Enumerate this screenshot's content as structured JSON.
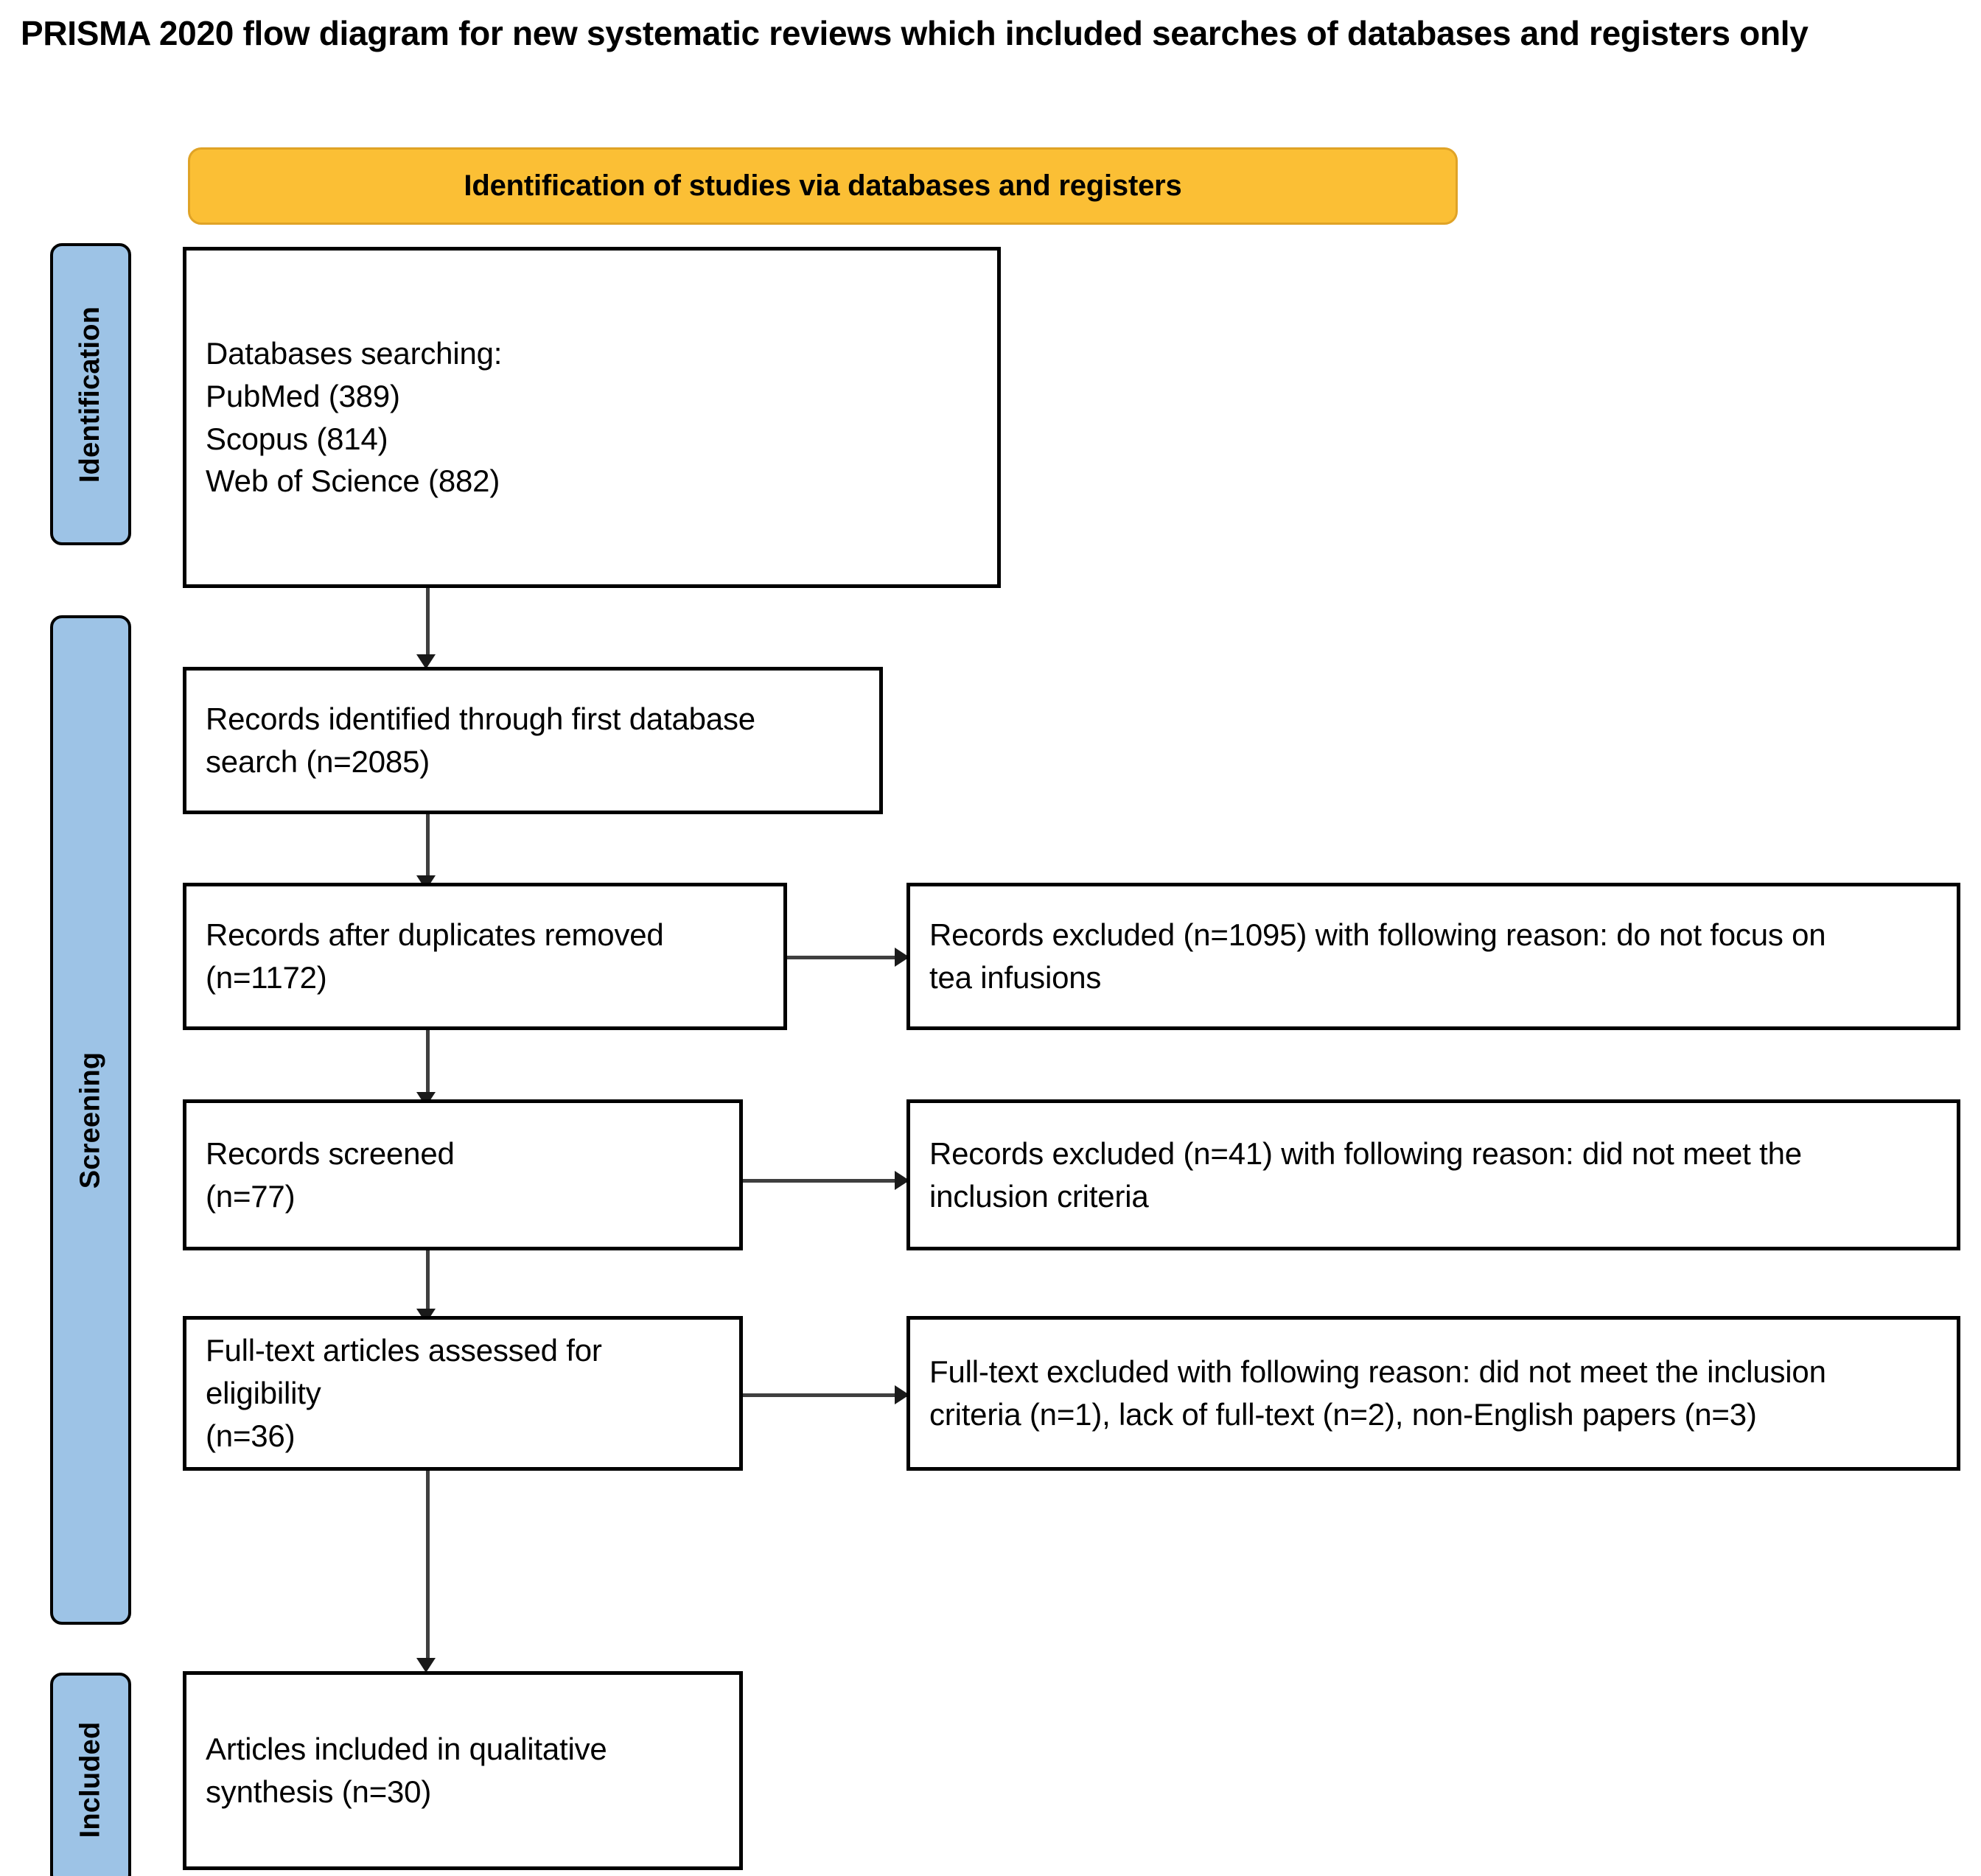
{
  "page": {
    "title": "PRISMA 2020 flow diagram for new systematic reviews which included searches of databases and registers only"
  },
  "colors": {
    "stage_bar_fill": "#9DC3E6",
    "banner_fill": "#FBBF35",
    "box_border": "#000000",
    "connector": "#3f3f3f"
  },
  "stages": [
    {
      "id": "identification",
      "label": "Identification"
    },
    {
      "id": "screening",
      "label": "Screening"
    },
    {
      "id": "included",
      "label": "Included"
    }
  ],
  "banner": {
    "label": "Identification of studies via databases and registers"
  },
  "boxes": {
    "databases_searching": {
      "text": "Databases searching:\nPubMed (389)\nScopus (814)\nWeb of Science (882)"
    },
    "records_identified": {
      "text": "Records identified through first database\nsearch (n=2085)"
    },
    "records_after_duplicates": {
      "text": "Records after duplicates removed\n(n=1172)"
    },
    "records_excluded_duplicates": {
      "text": "Records excluded (n=1095) with following reason: do not focus on\ntea infusions"
    },
    "records_screened": {
      "text": "Records screened\n(n=77)"
    },
    "records_excluded_screening": {
      "text": "Records excluded (n=41) with following reason: did not meet the\ninclusion criteria"
    },
    "fulltext_assessed": {
      "text": "Full-text articles assessed for\neligibility\n(n=36)"
    },
    "fulltext_excluded": {
      "text": "Full-text excluded with following reason: did not meet the inclusion\ncriteria (n=1), lack of full-text (n=2), non-English papers (n=3)"
    },
    "articles_included": {
      "text": "Articles included in qualitative\nsynthesis (n=30)"
    }
  },
  "chart_data": {
    "type": "flow",
    "title": "PRISMA 2020 flow diagram for new systematic reviews which included searches of databases and registers only",
    "stages": [
      "Identification",
      "Screening",
      "Included"
    ],
    "nodes": [
      {
        "id": "databases_searching",
        "stage": "Identification",
        "label": "Databases searching: PubMed (389), Scopus (814), Web of Science (882)",
        "counts": {
          "PubMed": 389,
          "Scopus": 814,
          "Web of Science": 882
        }
      },
      {
        "id": "records_identified",
        "stage": "Screening",
        "label": "Records identified through first database search",
        "n": 2085
      },
      {
        "id": "records_after_duplicates",
        "stage": "Screening",
        "label": "Records after duplicates removed",
        "n": 1172
      },
      {
        "id": "records_excluded_duplicates",
        "stage": "Screening",
        "label": "Records excluded with following reason: do not focus on tea infusions",
        "n": 1095
      },
      {
        "id": "records_screened",
        "stage": "Screening",
        "label": "Records screened",
        "n": 77
      },
      {
        "id": "records_excluded_screening",
        "stage": "Screening",
        "label": "Records excluded with following reason: did not meet the inclusion criteria",
        "n": 41
      },
      {
        "id": "fulltext_assessed",
        "stage": "Screening",
        "label": "Full-text articles assessed for eligibility",
        "n": 36
      },
      {
        "id": "fulltext_excluded",
        "stage": "Screening",
        "label": "Full-text excluded with following reason: did not meet the inclusion criteria (n=1), lack of full-text (n=2), non-English papers (n=3)",
        "reasons": {
          "did not meet the inclusion criteria": 1,
          "lack of full-text": 2,
          "non-English papers": 3
        }
      },
      {
        "id": "articles_included",
        "stage": "Included",
        "label": "Articles included in qualitative synthesis",
        "n": 30
      }
    ],
    "edges": [
      {
        "from": "databases_searching",
        "to": "records_identified",
        "direction": "down"
      },
      {
        "from": "records_identified",
        "to": "records_after_duplicates",
        "direction": "down"
      },
      {
        "from": "records_after_duplicates",
        "to": "records_excluded_duplicates",
        "direction": "right"
      },
      {
        "from": "records_after_duplicates",
        "to": "records_screened",
        "direction": "down"
      },
      {
        "from": "records_screened",
        "to": "records_excluded_screening",
        "direction": "right"
      },
      {
        "from": "records_screened",
        "to": "fulltext_assessed",
        "direction": "down"
      },
      {
        "from": "fulltext_assessed",
        "to": "fulltext_excluded",
        "direction": "right"
      },
      {
        "from": "fulltext_assessed",
        "to": "articles_included",
        "direction": "down"
      }
    ]
  }
}
